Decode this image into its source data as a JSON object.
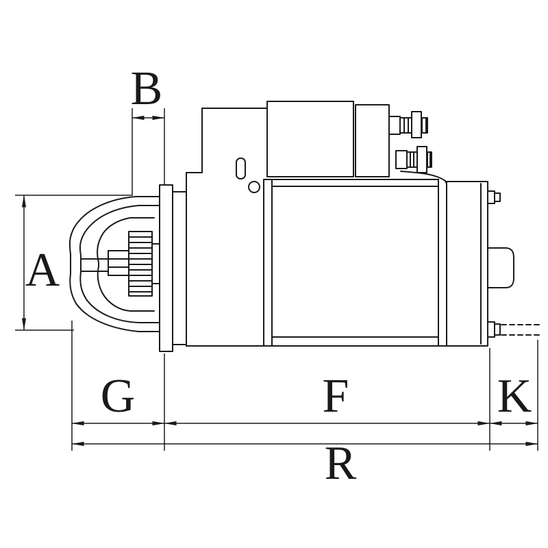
{
  "page": {
    "background": "#ffffff",
    "line_color": "#1a1a1a"
  },
  "drawing": {
    "subject": "starter-motor-side-view-technical-drawing"
  },
  "labels": {
    "A": "A",
    "B": "B",
    "G": "G",
    "F": "F",
    "K": "K",
    "R": "R"
  },
  "dimension_lines": [
    {
      "label": "B",
      "orientation": "horizontal",
      "position": "top"
    },
    {
      "label": "A",
      "orientation": "vertical",
      "position": "left"
    },
    {
      "label": "G",
      "orientation": "horizontal",
      "position": "bottom-chain"
    },
    {
      "label": "F",
      "orientation": "horizontal",
      "position": "bottom-chain"
    },
    {
      "label": "K",
      "orientation": "horizontal",
      "position": "bottom-chain"
    },
    {
      "label": "R",
      "orientation": "horizontal",
      "position": "bottom-overall"
    }
  ]
}
